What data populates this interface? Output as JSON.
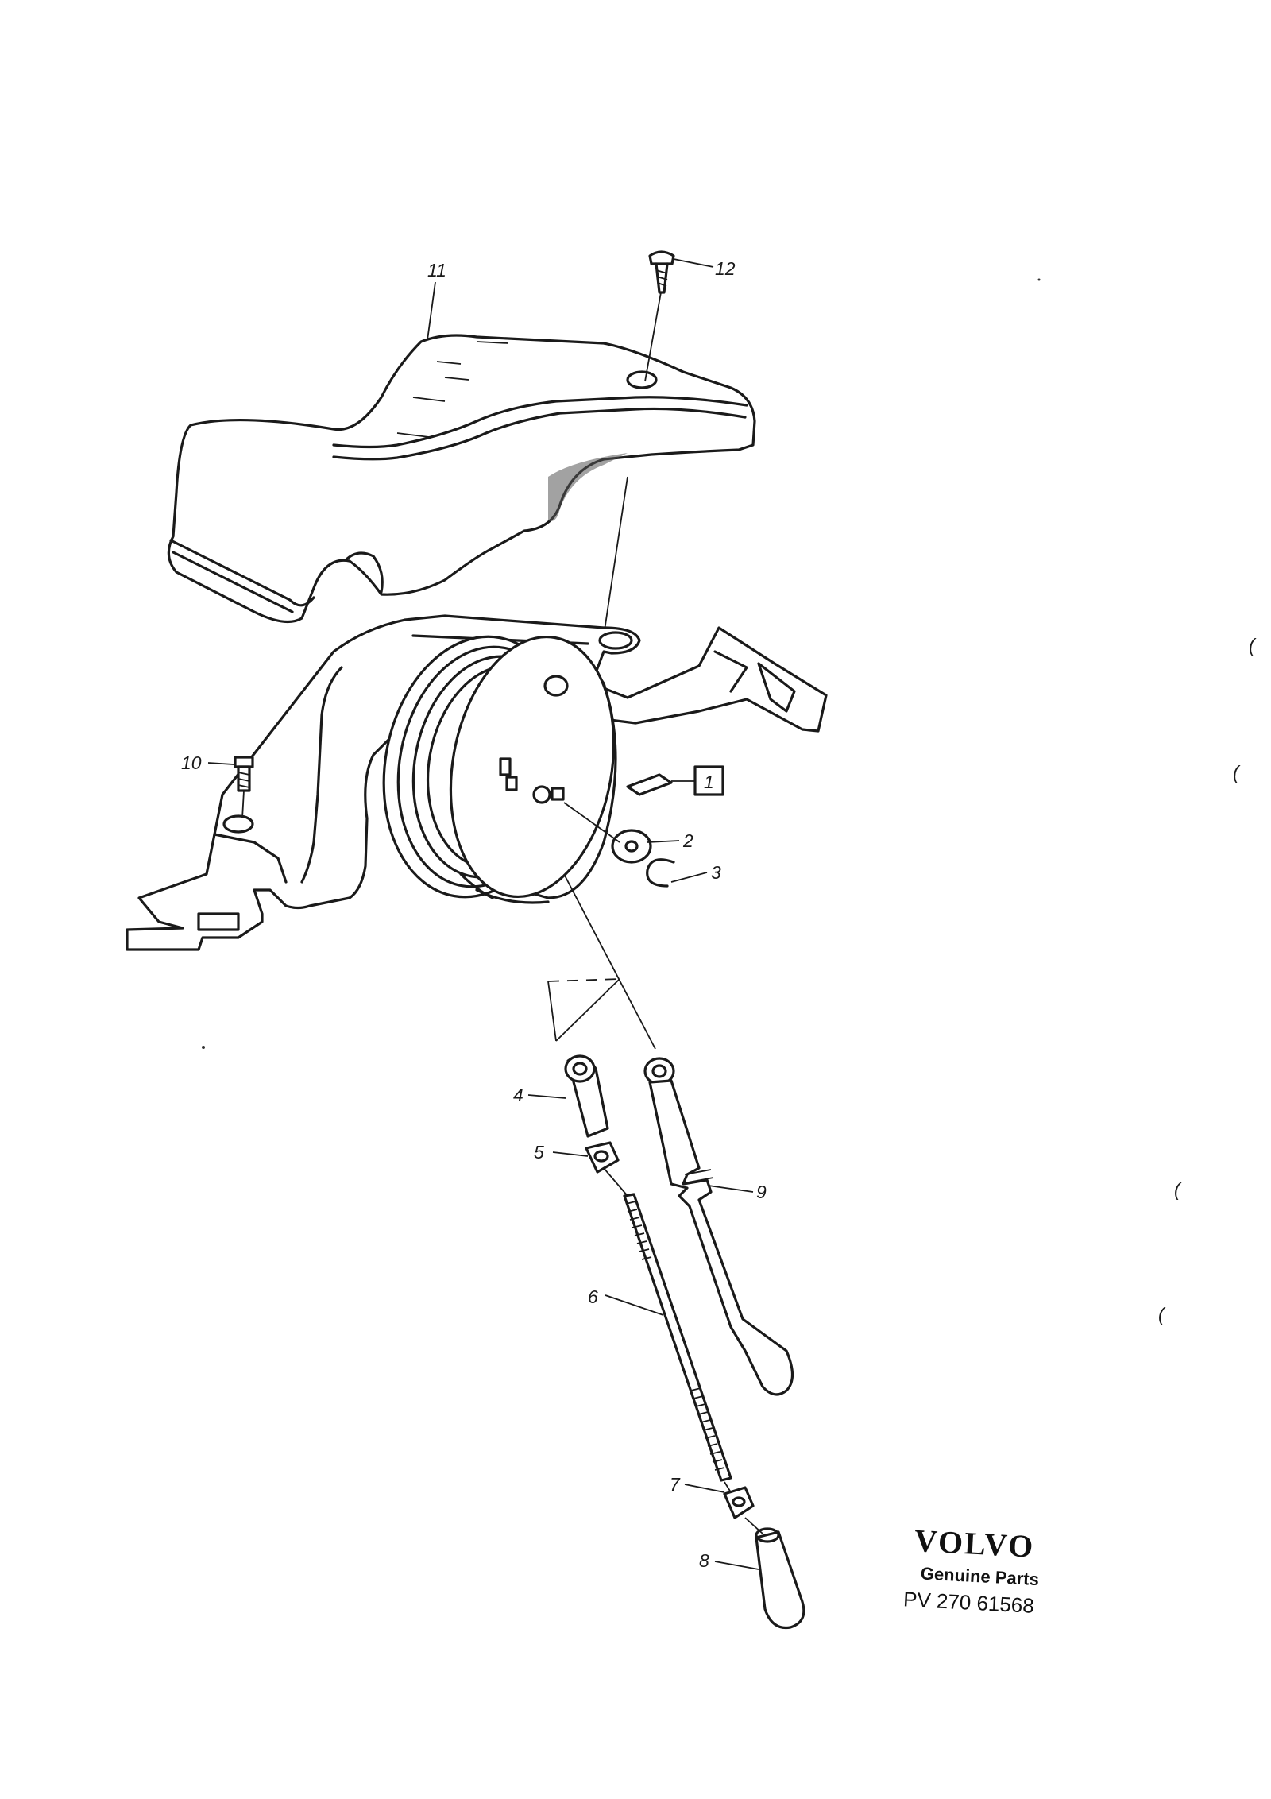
{
  "diagram": {
    "callouts": {
      "c1": "1",
      "c2": "2",
      "c3": "3",
      "c4": "4",
      "c5": "5",
      "c6": "6",
      "c7": "7",
      "c8": "8",
      "c9": "9",
      "c10": "10",
      "c11": "11",
      "c12": "12"
    },
    "brand": {
      "logo": "VOLVO",
      "subtitle": "Genuine Parts",
      "code": "PV 270 61568"
    }
  }
}
